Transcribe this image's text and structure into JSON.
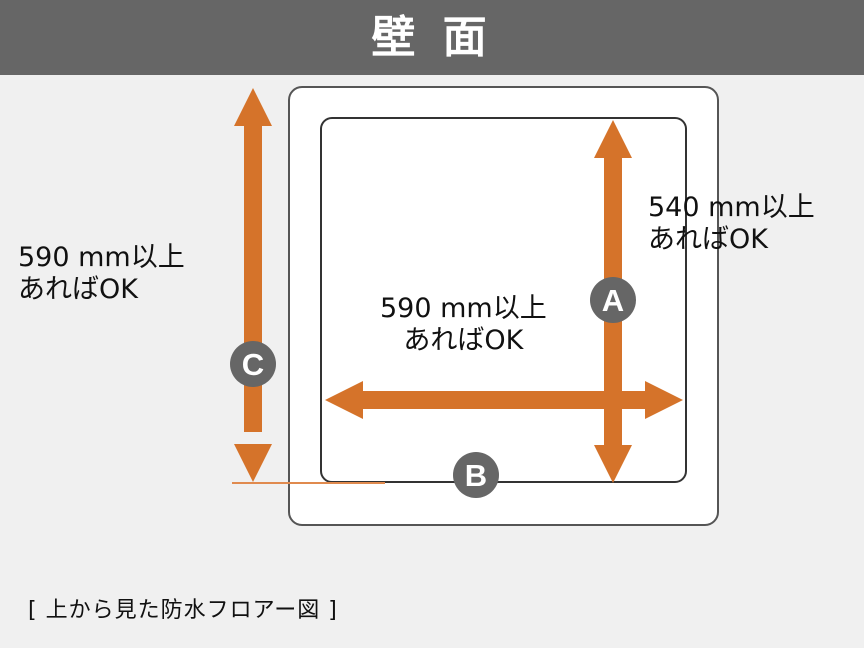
{
  "header": {
    "title": "壁 面"
  },
  "colors": {
    "header_bg": "#666666",
    "page_bg": "#f0f0f0",
    "arrow": "#d5732a",
    "guide_line": "#e08a4e",
    "badge_bg": "#666666",
    "outer_rect_stroke": "#555555",
    "inner_rect_stroke": "#333333",
    "text": "#111111"
  },
  "badges": {
    "a": "A",
    "b": "B",
    "c": "C"
  },
  "labels": {
    "a": {
      "line1": "540 mm以上",
      "line2": "あればOK"
    },
    "b": {
      "line1": "590 mm以上",
      "line2": "あればOK"
    },
    "c": {
      "line1": "590 mm以上",
      "line2": "あればOK"
    }
  },
  "caption": "[ 上から見た防水フロアー図 ]",
  "icons": {
    "arrow_a": "double-headed-vertical-arrow-icon",
    "arrow_b": "double-headed-horizontal-arrow-icon",
    "arrow_c": "double-headed-vertical-arrow-icon"
  }
}
